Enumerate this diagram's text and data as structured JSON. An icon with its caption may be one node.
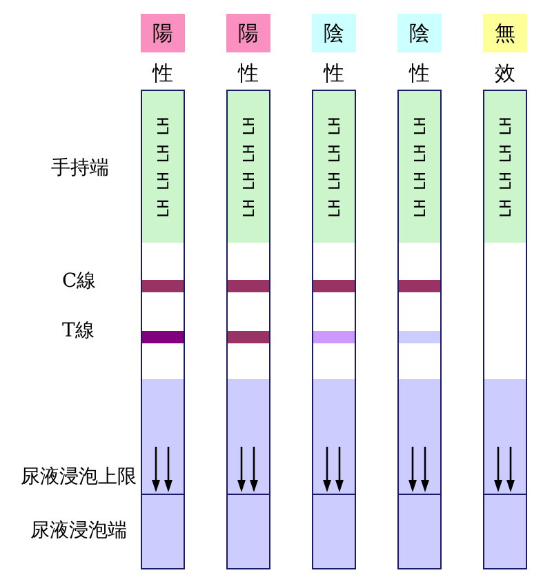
{
  "diagram": {
    "nodes": [
      {
        "text": [
          "陽"
        ],
        "beside": [
          "性"
        ]
      },
      {
        "text": [
          "陽"
        ],
        "beside": [
          "性"
        ]
      },
      {
        "text": [
          "陰"
        ],
        "beside": [
          "性"
        ]
      },
      {
        "text": [
          "陰"
        ],
        "beside": [
          "性"
        ]
      },
      {
        "text": [
          "無"
        ],
        "beside": [
          "效"
        ]
      },
      {
        "text": [
          "LH LH LH LH"
        ]
      },
      {
        "text": [
          "LH LH LH LH"
        ]
      },
      {
        "text": [
          "LH LH LH LH"
        ]
      },
      {
        "text": [
          "LH LH LH LH"
        ]
      },
      {
        "text": [
          "LH LH LH LH"
        ]
      }
    ],
    "labels": [
      "手持端",
      "C線",
      "T線",
      "尿液浸泡上限",
      "尿液浸泡端"
    ]
  }
}
